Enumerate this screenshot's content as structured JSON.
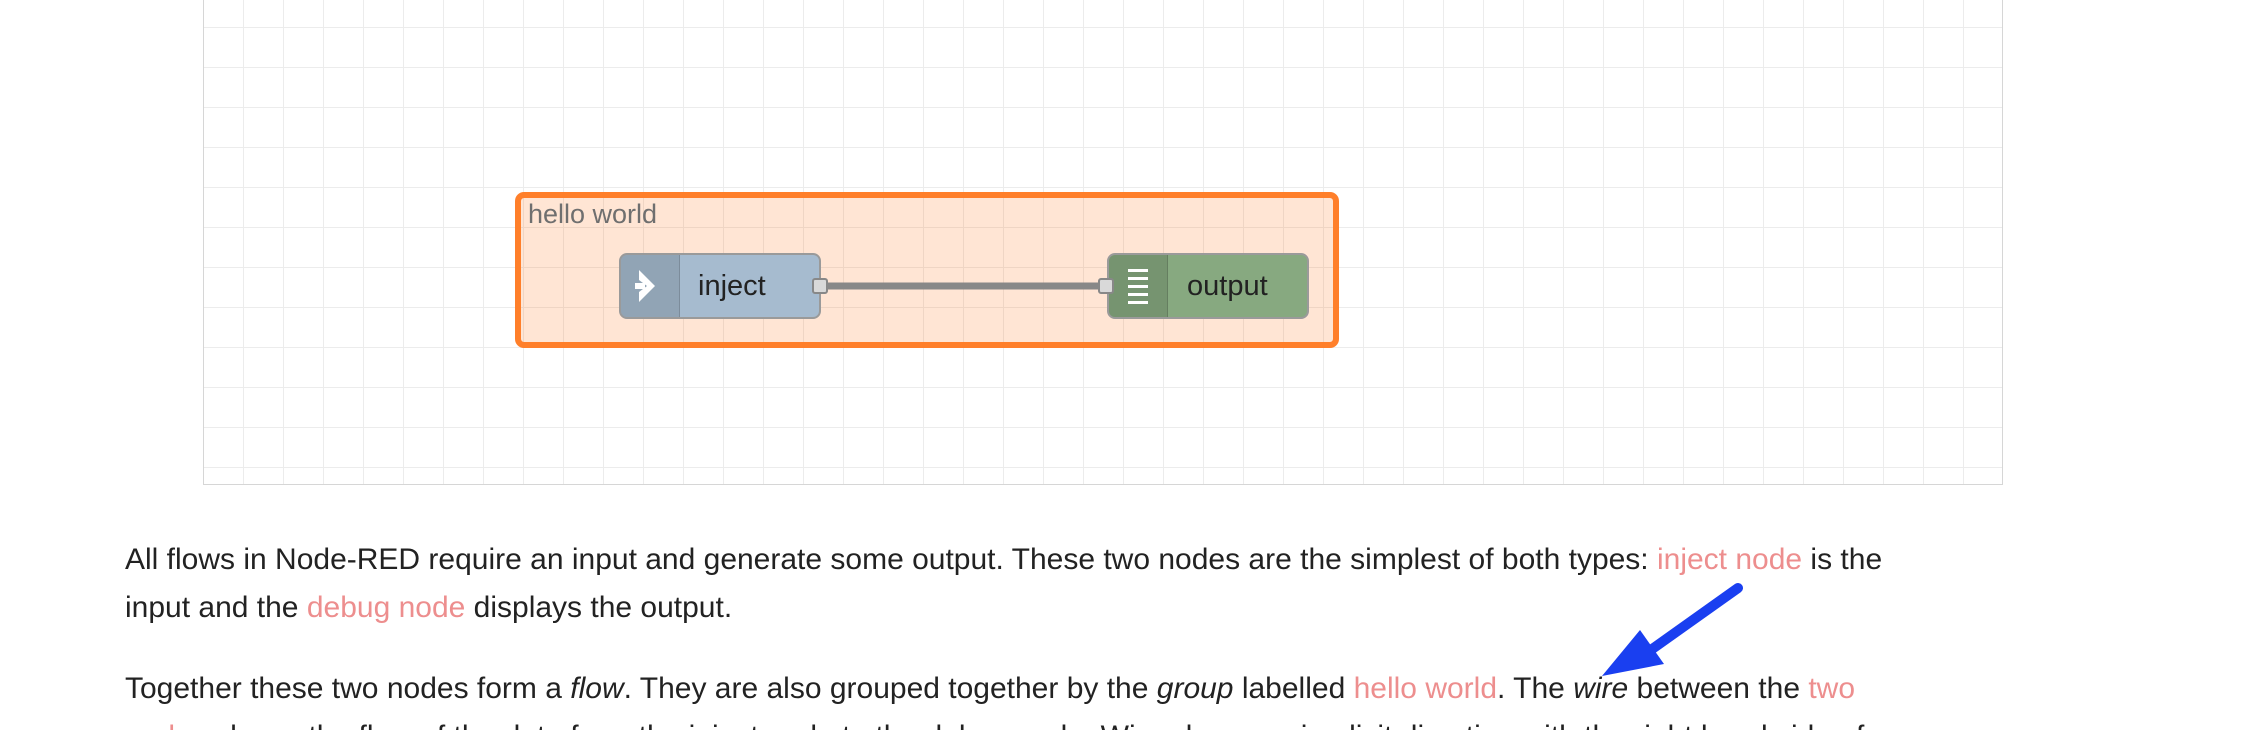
{
  "flow": {
    "group_label": "hello world",
    "inject_label": "inject",
    "output_label": "output",
    "group_color": "#ff7f2a",
    "inject_color": "#a6bbcf",
    "output_color": "#87a980"
  },
  "text": {
    "p1_start": "All flows in Node-RED require an input and generate some output. These two nodes are the simplest of both types: ",
    "p1_link1": "inject node",
    "p1_mid": " is the",
    "p1_line2_start": "input and the ",
    "p1_link2": "debug node",
    "p1_end": " displays the output.",
    "p2_a": "Together these two nodes form a ",
    "p2_flow": "flow",
    "p2_b": ". They are also grouped together by the ",
    "p2_group": "group",
    "p2_c": " labelled ",
    "p2_link_hello": "hello world",
    "p2_d": ". The ",
    "p2_wire": "wire",
    "p2_e": " between the ",
    "p2_link_two": "two",
    "p3_link": "nodes",
    "p3_rest": " shows the flow of the data from the inject node to the debug node. Wires have an implicit direction with the right hand side of"
  },
  "annotation": {
    "arrow_color": "#1a3ff0",
    "arrow_icon": "pointer-arrow-icon"
  }
}
